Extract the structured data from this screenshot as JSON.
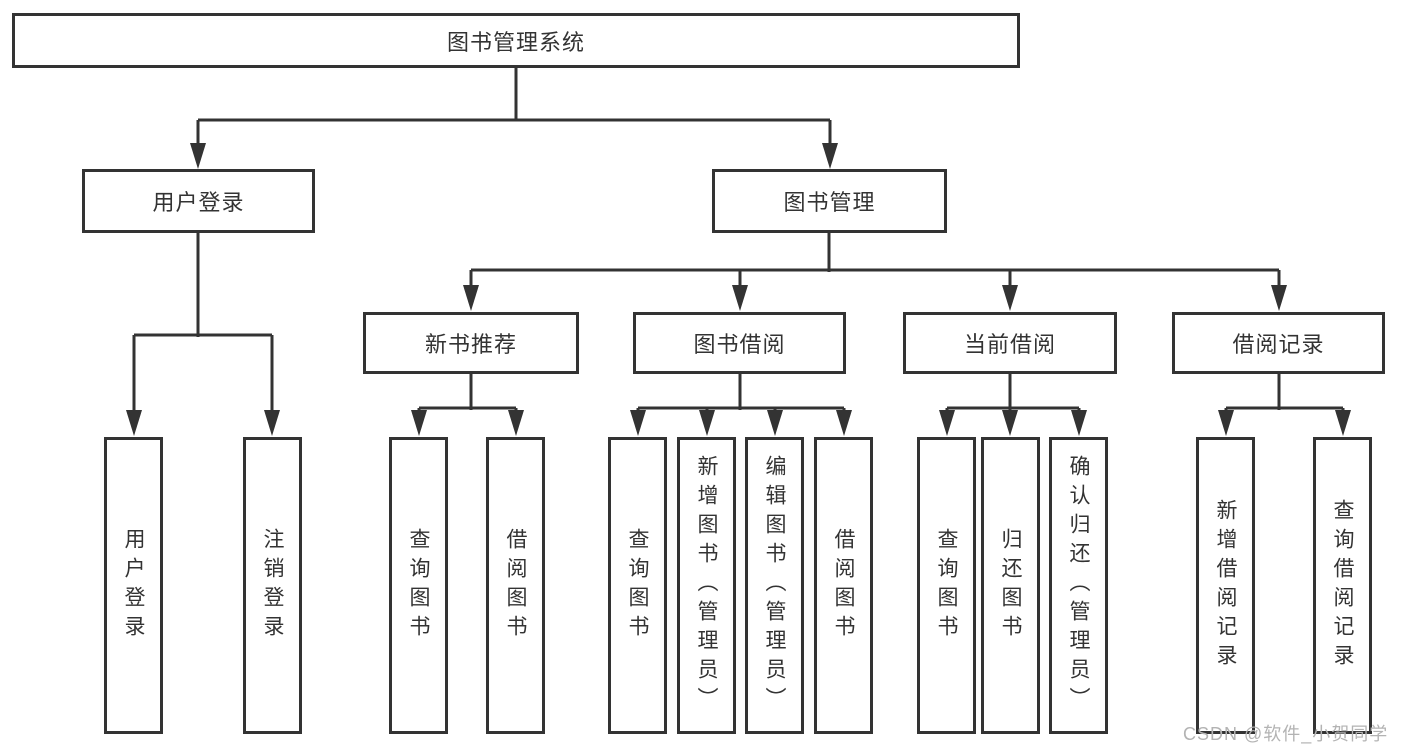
{
  "title": "图书管理系统",
  "tree": {
    "label": "图书管理系统",
    "children": [
      {
        "label": "用户登录",
        "children": [
          {
            "label": "用户登录"
          },
          {
            "label": "注销登录"
          }
        ]
      },
      {
        "label": "图书管理",
        "children": [
          {
            "label": "新书推荐",
            "children": [
              {
                "label": "查询图书"
              },
              {
                "label": "借阅图书"
              }
            ]
          },
          {
            "label": "图书借阅",
            "children": [
              {
                "label": "查询图书"
              },
              {
                "label": "新增图书（管理员）"
              },
              {
                "label": "编辑图书（管理员）"
              },
              {
                "label": "借阅图书"
              }
            ]
          },
          {
            "label": "当前借阅",
            "children": [
              {
                "label": "查询图书"
              },
              {
                "label": "归还图书"
              },
              {
                "label": "确认归还（管理员）"
              }
            ]
          },
          {
            "label": "借阅记录",
            "children": [
              {
                "label": "新增借阅记录"
              },
              {
                "label": "查询借阅记录"
              }
            ]
          }
        ]
      }
    ]
  },
  "watermark": {
    "text": "CSDN @软件_小贺同学"
  },
  "colors": {
    "line": "#333333",
    "text": "#333333",
    "watermark": "#b3b3b3",
    "background": "#ffffff"
  }
}
